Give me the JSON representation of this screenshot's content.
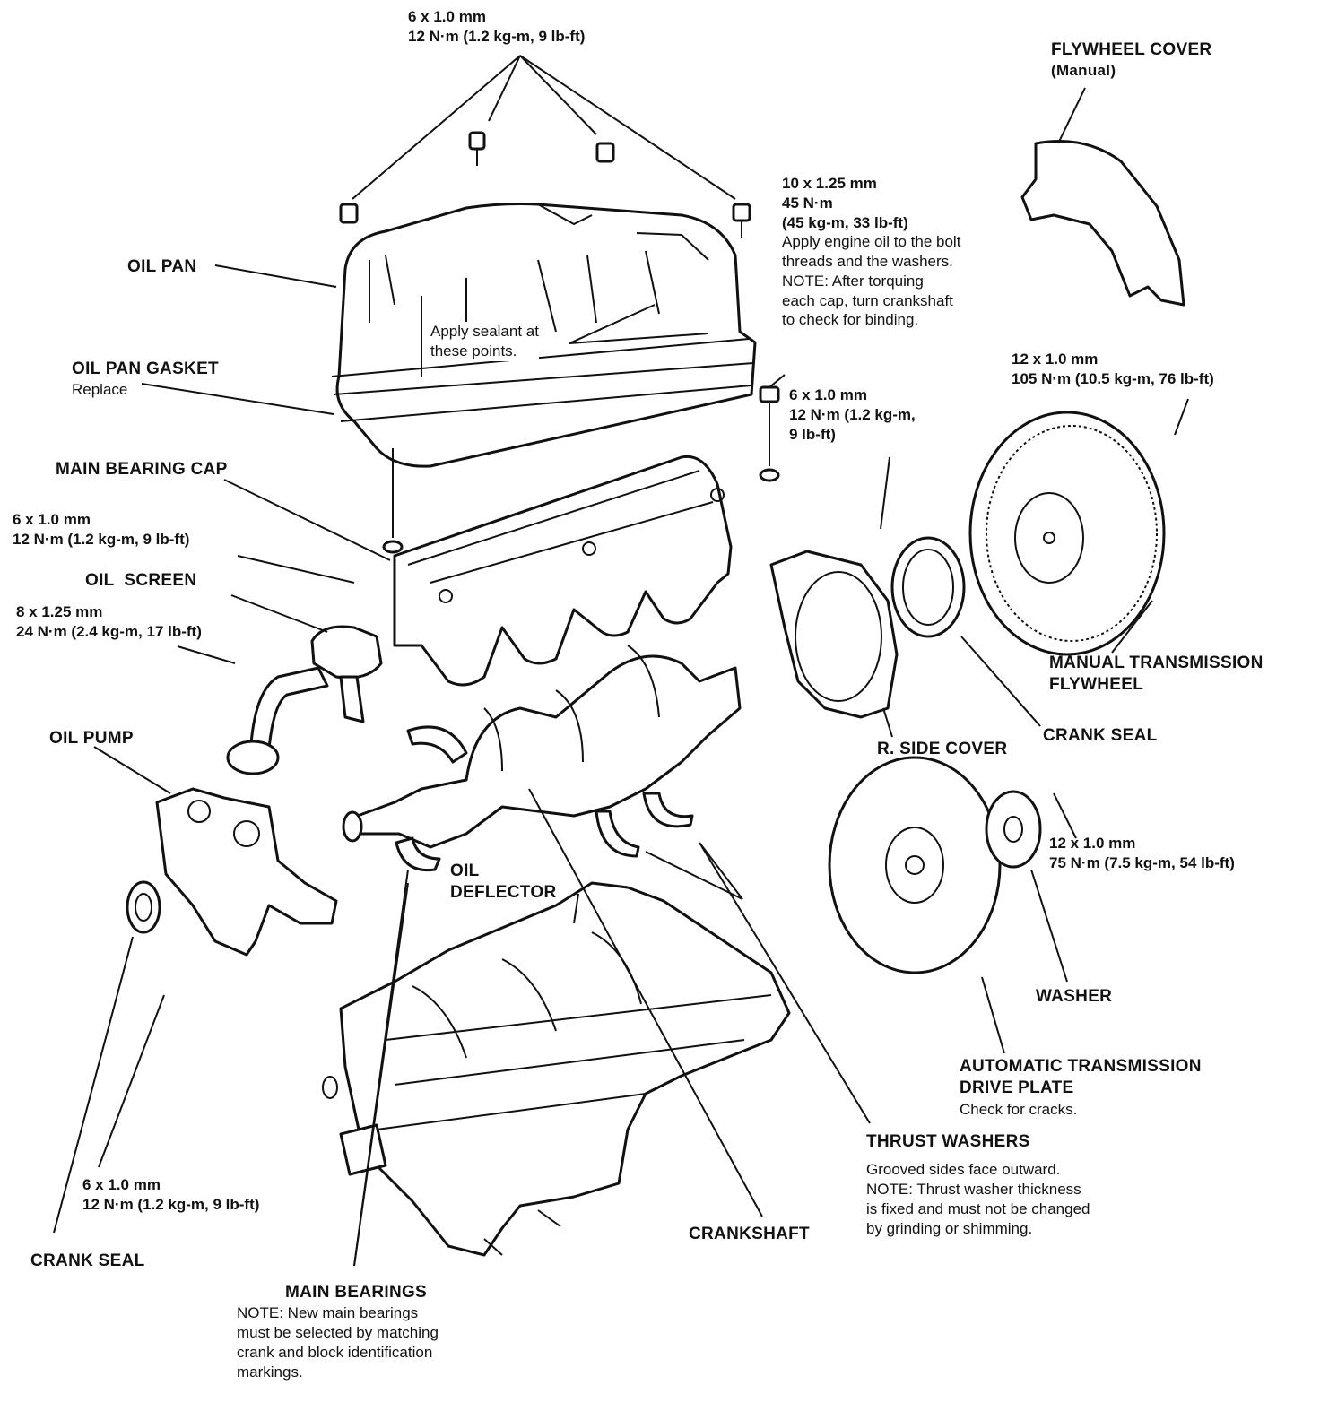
{
  "labels": {
    "top_bolt": {
      "line1": "6 x 1.0 mm",
      "line2": "12 N·m (1.2 kg-m, 9 lb-ft)"
    },
    "flywheel_cover": {
      "title": "FLYWHEEL COVER",
      "sub": "(Manual)"
    },
    "main_cap_bolt": {
      "line1": "10 x 1.25 mm",
      "line2": "45 N·m",
      "line3": "(45 kg-m, 33 lb-ft)",
      "line4": "Apply engine oil to the bolt",
      "line5": "threads and the washers.",
      "line6": "NOTE: After torquing",
      "line7": "each cap, turn crankshaft",
      "line8": "to check for binding."
    },
    "oil_pan": "OIL PAN",
    "sealant": {
      "line1": "Apply sealant at",
      "line2": "these points."
    },
    "oil_pan_gasket": {
      "title": "OIL PAN GASKET",
      "sub": "Replace"
    },
    "flywheel_bolt": {
      "line1": "12 x 1.0 mm",
      "line2": "105 N·m (10.5 kg-m, 76 lb-ft)"
    },
    "side_cover_bolt": {
      "line1": "6 x 1.0 mm",
      "line2": "12 N·m (1.2 kg-m,",
      "line3": "9 lb-ft)"
    },
    "main_bearing_cap": "MAIN BEARING CAP",
    "screen_bolt": {
      "line1": "6 x 1.0 mm",
      "line2": "12 N·m (1.2 kg-m, 9 lb-ft)"
    },
    "oil_screen": "OIL  SCREEN",
    "screen_nut": {
      "line1": "8 x 1.25 mm",
      "line2": "24 N·m (2.4 kg-m, 17 lb-ft)"
    },
    "manual_flywheel": {
      "line1": "MANUAL TRANSMISSION",
      "line2": "FLYWHEEL"
    },
    "crank_seal_right": "CRANK SEAL",
    "r_side_cover": "R. SIDE COVER",
    "oil_pump": "OIL PUMP",
    "drive_plate_bolt": {
      "line1": "12 x 1.0 mm",
      "line2": "75 N·m (7.5 kg-m, 54 lb-ft)"
    },
    "oil_deflector": {
      "line1": "OIL",
      "line2": "DEFLECTOR"
    },
    "washer": "WASHER",
    "drive_plate": {
      "line1": "AUTOMATIC TRANSMISSION",
      "line2": "DRIVE PLATE",
      "sub": "Check for cracks."
    },
    "thrust_washers": {
      "title": "THRUST WASHERS",
      "line1": "Grooved sides face outward.",
      "line2": "NOTE: Thrust washer thickness",
      "line3": "is fixed and must not be changed",
      "line4": "by grinding or shimming."
    },
    "pump_bolt": {
      "line1": "6 x 1.0 mm",
      "line2": "12 N·m (1.2 kg-m, 9 lb-ft)"
    },
    "crankshaft": "CRANKSHAFT",
    "crank_seal_left": "CRANK SEAL",
    "main_bearings": {
      "title": "MAIN BEARINGS",
      "line1": "NOTE: New main bearings",
      "line2": "must be selected by matching",
      "line3": "crank and block identification",
      "line4": "markings."
    }
  }
}
